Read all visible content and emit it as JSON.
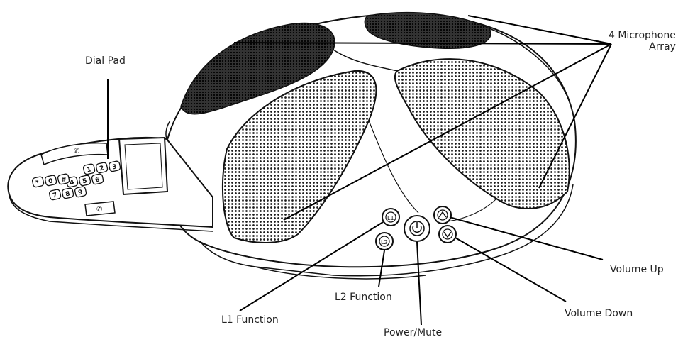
{
  "labels": {
    "dial_pad": "Dial Pad",
    "mic_array_line1": "4 Microphone",
    "mic_array_line2": "Array",
    "l1_function": "L1 Function",
    "l2_function": "L2 Function",
    "power_mute": "Power/Mute",
    "volume_up": "Volume Up",
    "volume_down": "Volume Down"
  },
  "keypad": {
    "keys": [
      "1",
      "2",
      "3",
      "4",
      "5",
      "6",
      "7",
      "8",
      "9",
      "*",
      "0",
      "#"
    ]
  },
  "buttons": {
    "l1": "L1",
    "l2": "L2"
  }
}
